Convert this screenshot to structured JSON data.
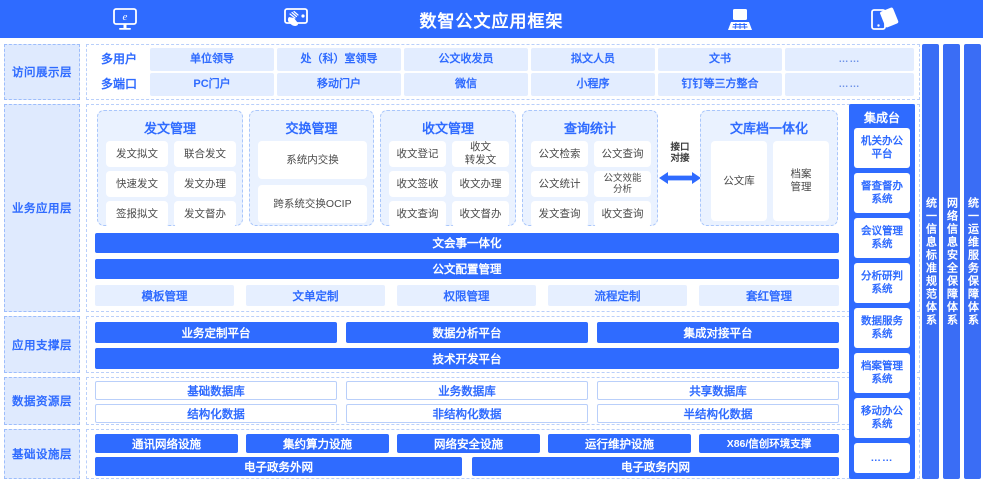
{
  "header": {
    "title": "数智公文应用框架",
    "icons": [
      "monitor-e-icon",
      "touchscreen-hand-icon",
      "laptop-icon",
      "mobile-tablet-icon"
    ],
    "bg": "#2f6bff"
  },
  "layers": [
    {
      "key": "access",
      "label": "访问展示层"
    },
    {
      "key": "business",
      "label": "业务应用层"
    },
    {
      "key": "support",
      "label": "应用支撑层"
    },
    {
      "key": "data",
      "label": "数据资源层"
    },
    {
      "key": "infra",
      "label": "基础设施层"
    }
  ],
  "access": {
    "rows": [
      {
        "label": "多用户",
        "items": [
          "单位领导",
          "处（科）室领导",
          "公文收发员",
          "拟文人员",
          "文书",
          "……"
        ]
      },
      {
        "label": "多端口",
        "items": [
          "PC门户",
          "移动门户",
          "微信",
          "小程序",
          "钉钉等三方整合",
          "……"
        ]
      }
    ]
  },
  "business": {
    "groups": [
      {
        "title": "发文管理",
        "cols": 2,
        "tiles": [
          "发文拟文",
          "联合发文",
          "快速发文",
          "发文办理",
          "签报拟文",
          "发文督办"
        ]
      },
      {
        "title": "交换管理",
        "cols": 1,
        "tiles": [
          "系统内交换",
          "跨系统交换OCIP"
        ]
      },
      {
        "title": "收文管理",
        "cols": 2,
        "tiles": [
          "收文登记",
          "收文\n转发文",
          "收文签收",
          "收文办理",
          "收文查询",
          "收文督办"
        ]
      },
      {
        "title": "查询统计",
        "cols": 2,
        "tiles": [
          "公文检索",
          "公文查询",
          "公文统计",
          "公文效能\n分析",
          "发文查询",
          "收文查询"
        ]
      },
      {
        "title": "文库档一体化",
        "cols": 2,
        "tiles": [
          "公文库",
          "档案\n管理"
        ]
      }
    ],
    "interface": {
      "label": "接口\n对接",
      "icon": "double-arrow-icon"
    },
    "bars": [
      {
        "style": "blue",
        "label": "文会事一体化"
      },
      {
        "style": "blue",
        "label": "公文配置管理"
      }
    ],
    "chips": [
      "模板管理",
      "文单定制",
      "权限管理",
      "流程定制",
      "套红管理"
    ]
  },
  "support": {
    "top": [
      "业务定制平台",
      "数据分析平台",
      "集成对接平台"
    ],
    "bottom": "技术开发平台"
  },
  "dataResource": {
    "row1": [
      "基础数据库",
      "业务数据库",
      "共享数据库"
    ],
    "row2": [
      "结构化数据",
      "非结构化数据",
      "半结构化数据"
    ]
  },
  "infra": {
    "row1": [
      "通讯网络设施",
      "集约算力设施",
      "网络安全设施",
      "运行维护设施",
      "X86/信创环境支撑"
    ],
    "row2": [
      "电子政务外网",
      "电子政务内网"
    ]
  },
  "integration": {
    "title": "集成台",
    "items": [
      "机关办公\n平台",
      "督查督办\n系统",
      "会议管理\n系统",
      "分析研判\n系统",
      "数据服务\n系统",
      "档案管理\n系统",
      "移动办公\n系统",
      "……"
    ]
  },
  "sideBars": [
    "统一信息标准规范体系",
    "网络信息安全保障体系",
    "统一运维服务保障体系"
  ],
  "colors": {
    "primary": "#2f6bff",
    "lightBlue": "#e3edff",
    "panelBlue": "#eaf2ff",
    "dashBorder": "#b9cffa",
    "labelBg": "#dfeafe"
  }
}
